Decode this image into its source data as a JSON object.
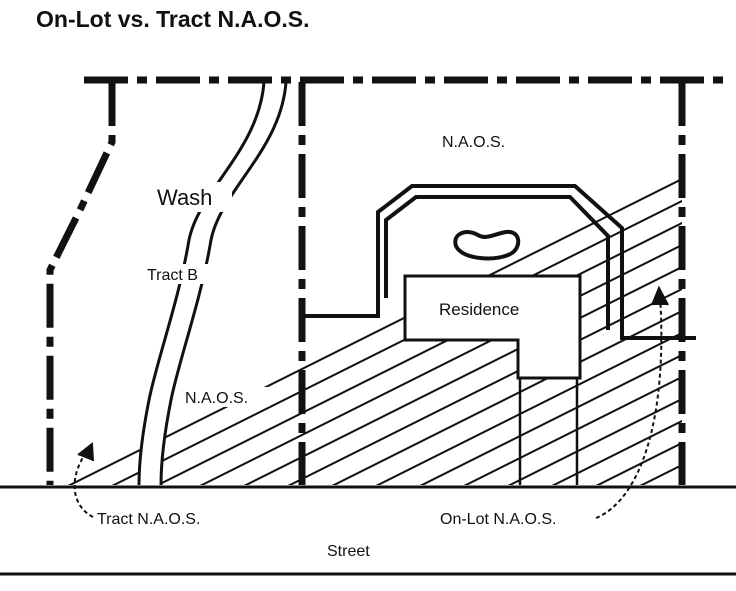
{
  "title": "On-Lot vs. Tract N.A.O.S.",
  "labels": {
    "naos_top": "N.A.O.S.",
    "wash": "Wash",
    "tract_b": "Tract B",
    "residence": "Residence",
    "naos_left": "N.A.O.S.",
    "tract_naos": "Tract N.A.O.S.",
    "onlot_naos": "On-Lot N.A.O.S.",
    "street": "Street"
  },
  "colors": {
    "ink": "#111111",
    "background": "#ffffff"
  }
}
